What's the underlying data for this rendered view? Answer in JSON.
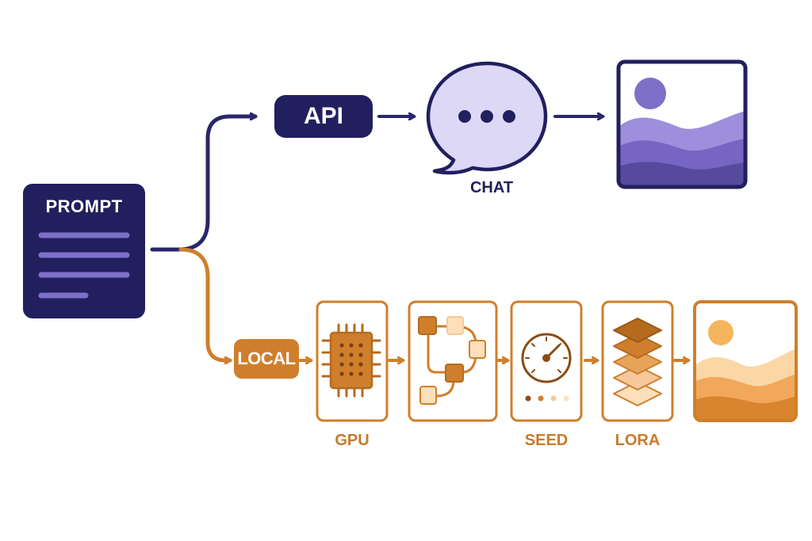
{
  "prompt": {
    "title": "PROMPT"
  },
  "api": {
    "label": "API",
    "caption": "CHAT"
  },
  "local": {
    "label": "LOCAL",
    "captions": {
      "gpu": "GPU",
      "seed": "SEED",
      "lora": "LORA"
    }
  },
  "colors": {
    "navy": "#221f5e",
    "navy_line": "#2a266b",
    "lavender": "#7e6fc9",
    "chat_fill": "#dcd8f5",
    "orange": "#cf7f2c",
    "orange_dark": "#b56a1f",
    "peach": "#fde0bb",
    "text_gold": "#c97a2a"
  },
  "icons": [
    "document-lines-icon",
    "chat-bubble-icon",
    "image-icon",
    "gpu-chip-icon",
    "node-graph-icon",
    "gauge-dial-icon",
    "layers-stack-icon"
  ]
}
